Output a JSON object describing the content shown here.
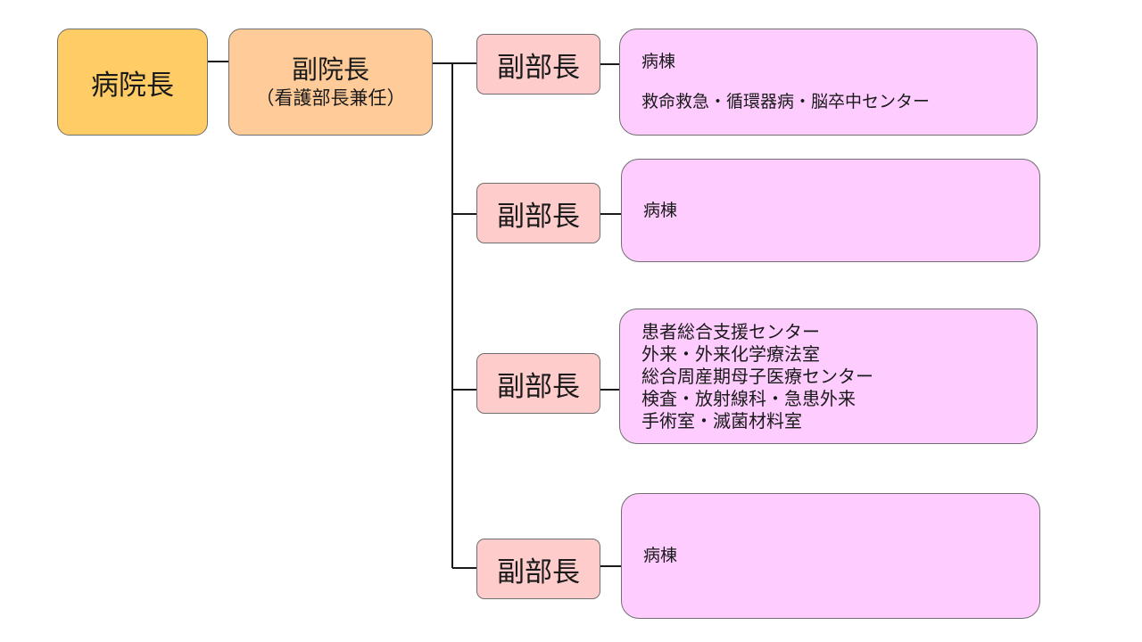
{
  "director": {
    "label": "病院長"
  },
  "deputy_director": {
    "title": "副院長",
    "subtitle": "（看護部長兼任）"
  },
  "branches": [
    {
      "label": "副部長",
      "departments": [
        "病棟",
        "救命救急・循環器病・脳卒中センター"
      ]
    },
    {
      "label": "副部長",
      "departments": [
        "病棟"
      ]
    },
    {
      "label": "副部長",
      "departments": [
        "患者総合支援センター",
        "外来・外来化学療法室",
        "総合周産期母子医療センター",
        "検査・放射線科・急患外来",
        "手術室・滅菌材料室"
      ]
    },
    {
      "label": "副部長",
      "departments": [
        "病棟"
      ]
    }
  ],
  "colors": {
    "director_fill": "#ffcc66",
    "deputy_fill": "#ffcc99",
    "vice_fill": "#ffcccc",
    "department_fill": "#ffccff",
    "connector": "#1a1a1a"
  }
}
